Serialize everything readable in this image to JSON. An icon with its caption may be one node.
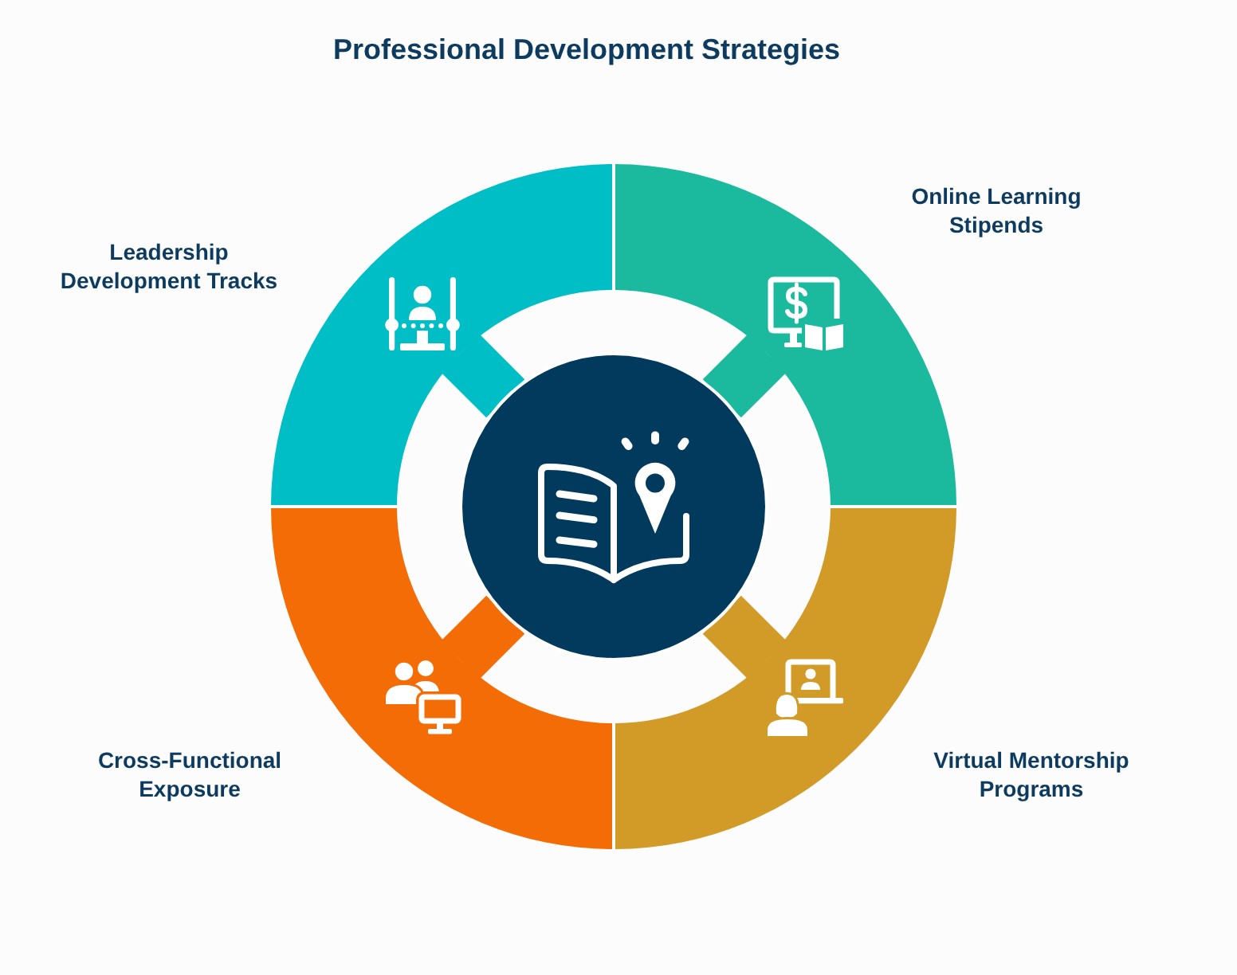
{
  "diagram": {
    "title": "Professional Development Strategies",
    "nodes": [
      {
        "text": [
          "Leadership Development Tracks"
        ]
      },
      {
        "text": [
          "Online Learning Stipends"
        ]
      },
      {
        "text": [
          "Cross-Functional Exposure"
        ]
      },
      {
        "text": [
          "Virtual Mentorship Programs"
        ]
      },
      {
        "text": [],
        "shape": "circle"
      }
    ],
    "edges": [
      {
        "from": 0,
        "to": 4,
        "arrow": "none",
        "color": "#00bec5"
      },
      {
        "from": 1,
        "to": 4,
        "arrow": "none",
        "color": "#1bb99e"
      },
      {
        "from": 2,
        "to": 4,
        "arrow": "none",
        "color": "#f46c05"
      },
      {
        "from": 3,
        "to": 4,
        "arrow": "none",
        "color": "#d29a27"
      }
    ]
  }
}
